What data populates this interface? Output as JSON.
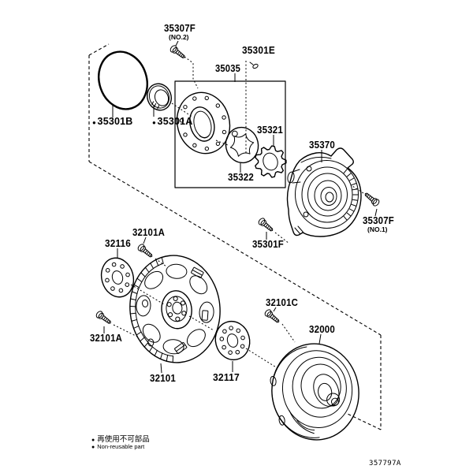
{
  "figure": {
    "code": "357797A"
  },
  "legend": {
    "bullet": "●",
    "jp": "再使用不可部品",
    "en": "Non-reusable part"
  },
  "labels": {
    "p35307f_no2": {
      "text": "35307F",
      "sub": "(NO.2)"
    },
    "p35301e": {
      "text": "35301E"
    },
    "p35035": {
      "text": "35035"
    },
    "p35301b": {
      "bullet": "●",
      "text": "35301B"
    },
    "p35301a": {
      "bullet": "●",
      "text": "35301A"
    },
    "p35321": {
      "text": "35321"
    },
    "p35322": {
      "text": "35322"
    },
    "p35370": {
      "text": "35370"
    },
    "p35307f_no1": {
      "text": "35307F",
      "sub": "(NO.1)"
    },
    "p35301f": {
      "text": "35301F"
    },
    "p32101a_upper": {
      "text": "32101A"
    },
    "p32116": {
      "text": "32116"
    },
    "p32101a_lower": {
      "text": "32101A"
    },
    "p32101": {
      "text": "32101"
    },
    "p32117": {
      "text": "32117"
    },
    "p32101c": {
      "text": "32101C"
    },
    "p32000": {
      "text": "32000"
    }
  },
  "colors": {
    "line": "#000000",
    "background": "#ffffff"
  }
}
